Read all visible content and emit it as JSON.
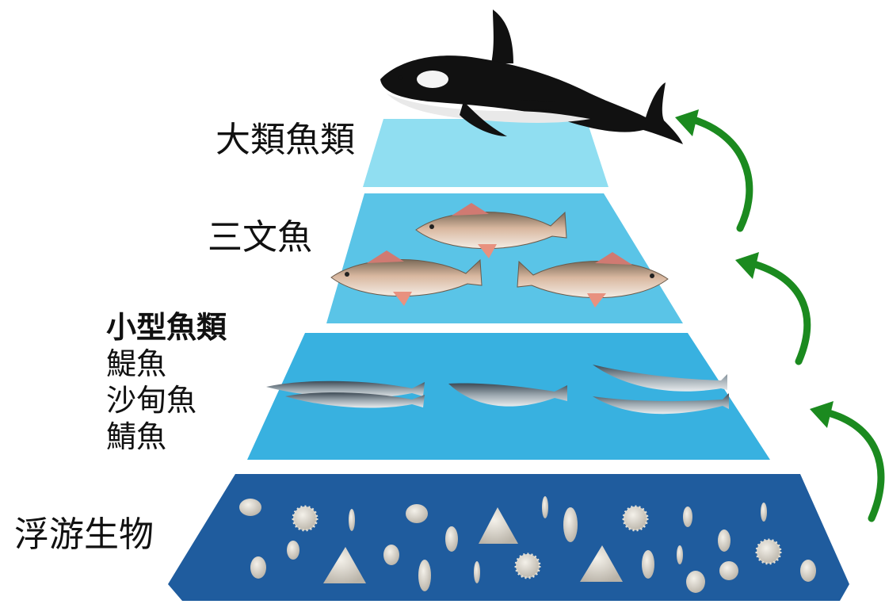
{
  "levels": {
    "top": {
      "label": "大類魚類",
      "color": "#90DEF1"
    },
    "mid": {
      "label": "三文魚",
      "color": "#5AC4E7"
    },
    "small": {
      "heading": "小型魚類",
      "species": [
        "鯷魚",
        "沙甸魚",
        "鯖魚"
      ],
      "color": "#38B1E0"
    },
    "plankton": {
      "label": "浮游生物",
      "color": "#1F5C9E"
    }
  },
  "arrow_color": "#1B8A1F",
  "icons": {
    "top": "orca-icon",
    "mid": "salmon-icon",
    "small": [
      "anchovy-icon",
      "sardine-icon",
      "mackerel-icon"
    ],
    "plankton": "plankton-icon"
  }
}
